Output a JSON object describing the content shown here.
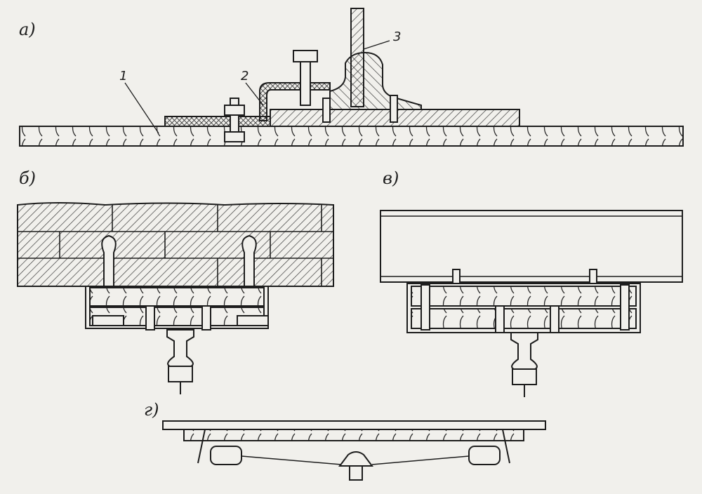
{
  "labels": {
    "a": "а)",
    "b": "б)",
    "v": "в)",
    "g": "г)"
  },
  "callouts": {
    "one": "1",
    "two": "2",
    "three": "3"
  },
  "colors": {
    "ink": "#1d1d1d",
    "paper": "#f1f0ec",
    "hatch": "#3a3a3a"
  }
}
